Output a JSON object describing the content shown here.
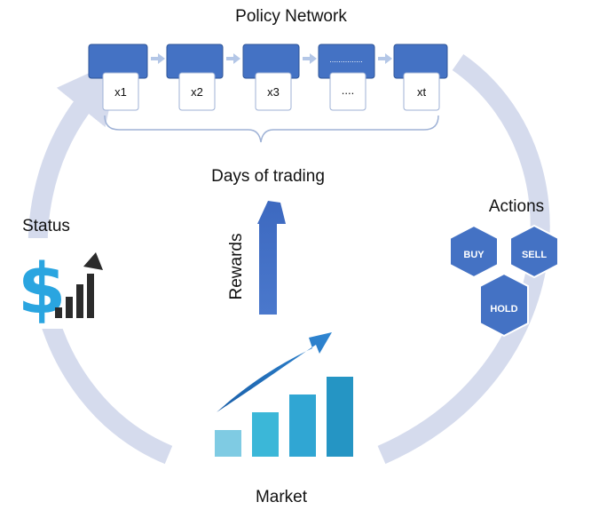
{
  "title": "Policy Network",
  "sequence": [
    {
      "label": "x1",
      "dots": ""
    },
    {
      "label": "x2",
      "dots": ""
    },
    {
      "label": "x3",
      "dots": ""
    },
    {
      "label": "....",
      "dots": "..............."
    },
    {
      "label": "xt",
      "dots": ""
    }
  ],
  "bracket_label": "Days of trading",
  "rewards_label": "Rewards",
  "status_label": "Status",
  "actions_label": "Actions",
  "actions": [
    "BUY",
    "SELL",
    "HOLD"
  ],
  "market_label": "Market",
  "colors": {
    "block": "#4472c4",
    "block_dark": "#2f5597",
    "arrow_small": "#b4c7e7",
    "cycle": "#d5dbed",
    "hex": "#4472c4",
    "dollar": "#2aa5e0",
    "status_bars": "#2b2b2b",
    "market_bars": [
      "#7fcbe3",
      "#3bb7d8",
      "#30a6d3",
      "#2595c4"
    ],
    "market_arrow": "#1e6fb5"
  },
  "icons": [
    "dollar-icon",
    "rising-bars-icon",
    "growth-chart-icon"
  ]
}
